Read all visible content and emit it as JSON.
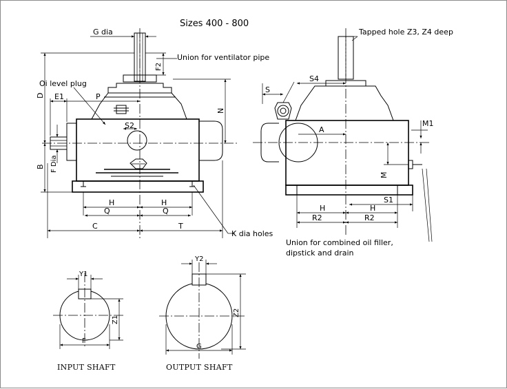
{
  "title": "Sizes 400 - 800",
  "callouts": {
    "tapped_hole": "Tapped hole Z3, Z4 deep",
    "union_ventilator": "Union for ventilator pipe",
    "oil_level_plug": "Oi  level plug",
    "k_dia_holes": "K dia holes",
    "union_combined_1": "Union for combined oil filler,",
    "union_combined_2": "dipstick and drain"
  },
  "dimensions": {
    "g_dia": "G dia",
    "f2": "F2",
    "d": "D",
    "e1": "E1",
    "p": "P",
    "s2": "S2",
    "n": "N",
    "b": "B",
    "f_dia": "F Dia",
    "h_left": "H",
    "h_right": "H",
    "q_left": "Q",
    "q_right": "Q",
    "c": "C",
    "t": "T",
    "s": "S",
    "s4": "S4",
    "a": "A",
    "m1": "M1",
    "m": "M",
    "h2_left": "H",
    "h2_right": "H",
    "s1": "S1",
    "r2_left": "R2",
    "r2_right": "R2",
    "y1": "Y1",
    "z1": "Z1",
    "f_shaft": "F",
    "y2": "Y2",
    "z2": "Z2",
    "g_shaft": "G"
  },
  "captions": {
    "input_shaft": "INPUT SHAFT",
    "output_shaft": "OUTPUT SHAFT"
  }
}
